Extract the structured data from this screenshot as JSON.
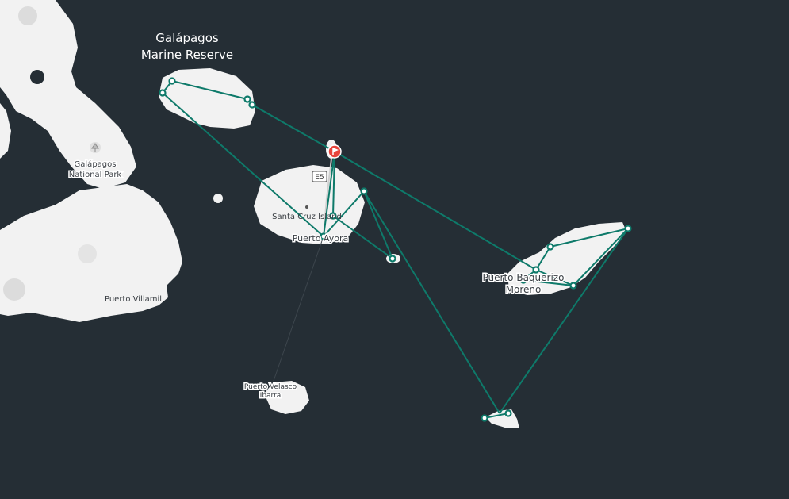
{
  "map": {
    "colors": {
      "water": "#252e35",
      "land": "#f2f2f2",
      "route": "#0e7a6a",
      "marker": "#e8453c"
    },
    "labels": {
      "reserve_line1": "Galápagos",
      "reserve_line2": "Marine Reserve",
      "park_line1": "Galápagos",
      "park_line2": "National Park",
      "santa_cruz": "Santa Cruz Island",
      "puerto_ayora": "Puerto Ayora",
      "puerto_villamil": "Puerto Villamil",
      "puerto_baquerizo_line1": "Puerto Baquerizo",
      "puerto_baquerizo_line2": "Moreno",
      "puerto_velasco_line1": "Puerto Velasco",
      "puerto_velasco_line2": "Ibarra",
      "road_shield": "E5"
    },
    "icons": {
      "start_marker": "flag-marker-icon",
      "park_marker": "park-icon",
      "stop": "circle-stop-icon"
    }
  }
}
